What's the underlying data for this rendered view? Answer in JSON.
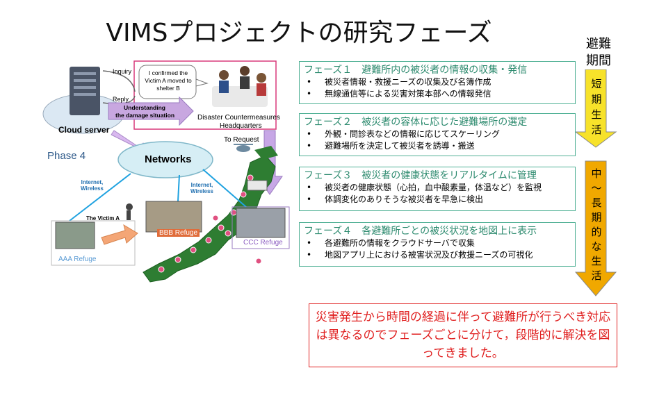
{
  "title": "VIMSプロジェクトの研究フェーズ",
  "period": {
    "label_line1": "避難",
    "label_line2": "期間",
    "short_term": [
      "短",
      "期",
      "生",
      "活"
    ],
    "long_term": [
      "中",
      "〜",
      "長",
      "期",
      "的",
      "な",
      "生",
      "活"
    ]
  },
  "phases": [
    {
      "title": "フェーズ１　避難所内の被災者の情報の収集・発信",
      "items": [
        "被災者情報・救援ニーズの収集及び名簿作成",
        "無線通信等による災害対策本部への情報発信"
      ]
    },
    {
      "title": "フェーズ２　被災者の容体に応じた避難場所の選定",
      "items": [
        "外観・問診表などの情報に応じてスケーリング",
        "避難場所を決定して被災者を誘導・搬送"
      ]
    },
    {
      "title": "フェーズ３　被災者の健康状態をリアルタイムに管理",
      "items": [
        "被災者の健康状態（心拍，血中酸素量，体温など）を監視",
        "体調変化のありそうな被災者を早急に検出"
      ]
    },
    {
      "title": "フェーズ４　各避難所ごとの被災状況を地図上に表示",
      "items": [
        "各避難所の情報をクラウドサーバで収集",
        "地図アプリ上における被害状況及び救援ニーズの可視化"
      ]
    }
  ],
  "note": "災害発生から時間の経過に伴って避難所が行うべき対応は異なるのでフェーズごとに分けて，段階的に解決を図ってきました。",
  "diagram": {
    "inquiry": "Inquiry",
    "reply": "Reply",
    "speech": "I confirmed the Victim A moved to shelter B",
    "understanding_line1": "Understanding",
    "understanding_line2": "the damage situation",
    "hq_line1": "Disaster Countermeasures",
    "hq_line2": "Headquarters",
    "cloud_server": "Cloud server",
    "phase": "Phase 4",
    "networks": "Networks",
    "to_request": "To Request",
    "internet_wireless_left": "Internet,\nWireless",
    "internet_wireless_right": "Internet,\nWireless",
    "victim": "The Victim A",
    "aaa": "AAA Refuge",
    "bbb": "BBB Refuge",
    "ccc": "CCC Refuge"
  },
  "colors": {
    "phase_border": "#4fb094",
    "phase_title": "#2c8a6e",
    "short_arrow": "#f7e22a",
    "long_arrow": "#f0a800",
    "note": "#e02020",
    "map_green": "#2e7d32",
    "network_cloud": "#d6eef5"
  }
}
